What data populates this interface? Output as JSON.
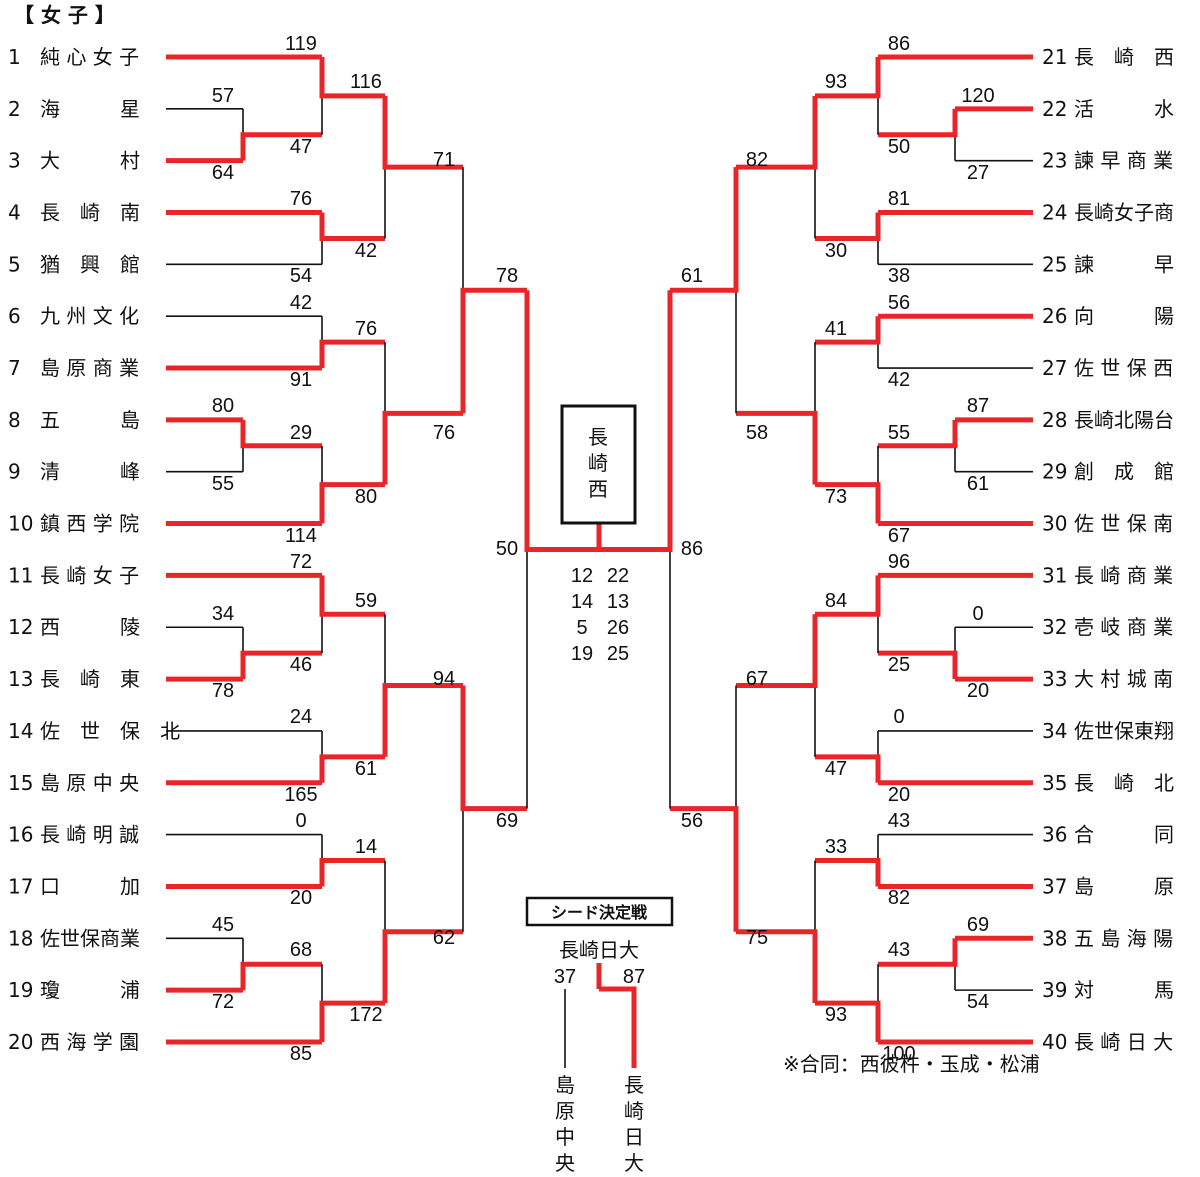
{
  "title": "【 女 子 】",
  "left_teams": [
    {
      "no": "1",
      "name": "純 心 女 子"
    },
    {
      "no": "2",
      "name": "海　　　星"
    },
    {
      "no": "3",
      "name": "大　　　村"
    },
    {
      "no": "4",
      "name": "長　崎　南"
    },
    {
      "no": "5",
      "name": "猶　興　館"
    },
    {
      "no": "6",
      "name": "九 州 文 化"
    },
    {
      "no": "7",
      "name": "島 原 商 業"
    },
    {
      "no": "8",
      "name": "五　　　島"
    },
    {
      "no": "9",
      "name": "清　　　峰"
    },
    {
      "no": "10",
      "name": "鎮 西 学 院"
    },
    {
      "no": "11",
      "name": "長 崎 女 子"
    },
    {
      "no": "12",
      "name": "西　　　陵"
    },
    {
      "no": "13",
      "name": "長　崎　東"
    },
    {
      "no": "14",
      "name": "佐　世　保　北"
    },
    {
      "no": "15",
      "name": "島 原 中 央"
    },
    {
      "no": "16",
      "name": "長 崎 明 誠"
    },
    {
      "no": "17",
      "name": "口　　　加"
    },
    {
      "no": "18",
      "name": "佐世保商業"
    },
    {
      "no": "19",
      "name": "瓊　　　浦"
    },
    {
      "no": "20",
      "name": "西 海 学 園"
    }
  ],
  "right_teams": [
    {
      "no": "21",
      "name": "長　崎　西"
    },
    {
      "no": "22",
      "name": "活　　　水"
    },
    {
      "no": "23",
      "name": "諫 早 商 業"
    },
    {
      "no": "24",
      "name": "長崎女子商"
    },
    {
      "no": "25",
      "name": "諫　　　早"
    },
    {
      "no": "26",
      "name": "向　　　陽"
    },
    {
      "no": "27",
      "name": "佐 世 保 西"
    },
    {
      "no": "28",
      "name": "長崎北陽台"
    },
    {
      "no": "29",
      "name": "創　成　館"
    },
    {
      "no": "30",
      "name": "佐 世 保 南"
    },
    {
      "no": "31",
      "name": "長 崎 商 業"
    },
    {
      "no": "32",
      "name": "壱 岐 商 業"
    },
    {
      "no": "33",
      "name": "大 村 城 南"
    },
    {
      "no": "34",
      "name": "佐世保東翔"
    },
    {
      "no": "35",
      "name": "長　崎　北"
    },
    {
      "no": "36",
      "name": "合　　　同"
    },
    {
      "no": "37",
      "name": "島　　　原"
    },
    {
      "no": "38",
      "name": "五 島 海 陽"
    },
    {
      "no": "39",
      "name": "対　　　馬"
    },
    {
      "no": "40",
      "name": "長 崎 日 大"
    }
  ],
  "scores": {
    "l_r1_1": "119",
    "l_r1_2": "57",
    "l_r1_3": "64",
    "l_r2_1": "116",
    "l_r2_2": "47",
    "l_r1_4": "76",
    "l_r1_5": "54",
    "l_r2_3": "42",
    "l_r3_1": "71",
    "l_r1_6": "42",
    "l_r1_7": "91",
    "l_r2_4": "76",
    "l_r1_8": "80",
    "l_r1_9": "55",
    "l_r2_5": "29",
    "l_r1_10": "114",
    "l_r2_6": "80",
    "l_r3_2": "76",
    "l_r4_1": "78",
    "l_final": "50",
    "l_r1_11": "72",
    "l_r1_12": "34",
    "l_r1_13": "78",
    "l_r2_7": "59",
    "l_r2_8": "46",
    "l_r1_14": "24",
    "l_r1_15": "165",
    "l_r2_9": "61",
    "l_r3_3": "94",
    "l_r1_16": "0",
    "l_r1_17": "20",
    "l_r2_10": "14",
    "l_r1_18": "45",
    "l_r1_19": "72",
    "l_r2_11": "68",
    "l_r1_20": "85",
    "l_r2_12": "172",
    "l_r3_4": "62",
    "l_r4_2": "69",
    "r_r1_21": "86",
    "r_r1_22": "120",
    "r_r1_23": "27",
    "r_r2_1": "93",
    "r_r2_2": "50",
    "r_r1_24": "81",
    "r_r1_25": "38",
    "r_r2_3": "30",
    "r_r3_1": "82",
    "r_r1_26": "56",
    "r_r1_27": "42",
    "r_r2_4": "41",
    "r_r1_28": "87",
    "r_r1_29": "61",
    "r_r2_5": "55",
    "r_r1_30": "67",
    "r_r2_6": "73",
    "r_r3_2": "58",
    "r_r4_1": "61",
    "r_final": "86",
    "r_r1_31": "96",
    "r_r1_32": "0",
    "r_r1_33": "20",
    "r_r2_7": "84",
    "r_r2_8": "25",
    "r_r1_34": "0",
    "r_r1_35": "20",
    "r_r2_9": "47",
    "r_r3_3": "67",
    "r_r1_36": "43",
    "r_r1_37": "82",
    "r_r2_10": "33",
    "r_r1_38": "69",
    "r_r1_39": "54",
    "r_r2_11": "43",
    "r_r1_40": "100",
    "r_r2_12": "93",
    "r_r3_4": "75",
    "r_r4_2": "56"
  },
  "champion": [
    "長",
    "崎",
    "西"
  ],
  "seed_numbers": [
    [
      "12",
      "22"
    ],
    [
      "14",
      "13"
    ],
    [
      "5",
      "26"
    ],
    [
      "19",
      "25"
    ]
  ],
  "seed_match": {
    "title": "シード決定戦",
    "winner": "長崎日大",
    "score_left": "37",
    "score_right": "87",
    "team_left": [
      "島",
      "原",
      "中",
      "央"
    ],
    "team_right": [
      "長",
      "崎",
      "日",
      "大"
    ]
  },
  "note": "※合同：西彼杵・玉成・松浦"
}
